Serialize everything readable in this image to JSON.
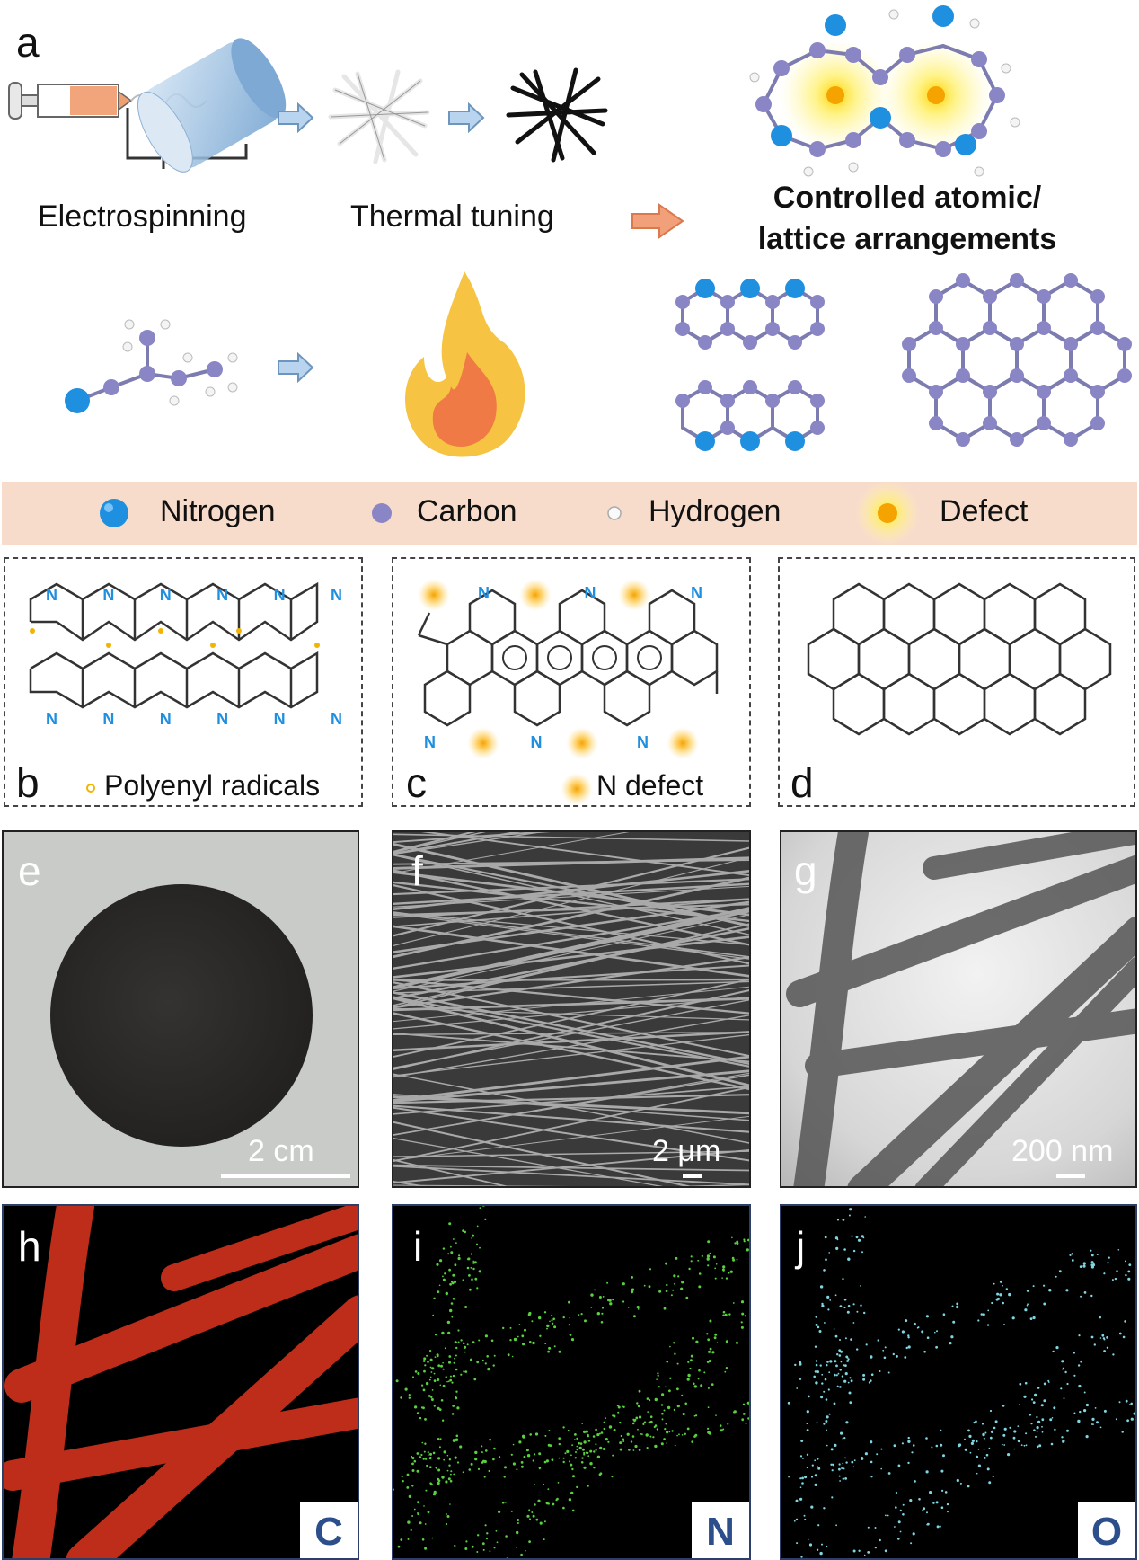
{
  "panels": {
    "a": "a",
    "b": "b",
    "c": "c",
    "d": "d",
    "e": "e",
    "f": "f",
    "g": "g",
    "h": "h",
    "i": "i",
    "j": "j"
  },
  "panel_a": {
    "step1": "Electrospinning",
    "step2": "Thermal tuning",
    "result_line1": "Controlled atomic/",
    "result_line2": "lattice arrangements"
  },
  "legend": {
    "nitrogen": "Nitrogen",
    "carbon": "Carbon",
    "hydrogen": "Hydrogen",
    "defect": "Defect"
  },
  "panel_b": {
    "note": "Polyenyl radicals",
    "atom_label": "N"
  },
  "panel_c": {
    "note": "N defect",
    "atom_label": "N"
  },
  "scale_bars": {
    "e": "2 cm",
    "f": "2 μm",
    "g": "200 nm"
  },
  "eds_maps": {
    "h": "C",
    "i": "N",
    "j": "O"
  },
  "colors": {
    "nitrogen": "#1f8fe0",
    "carbon": "#8a86c6",
    "defect": "#f2a900",
    "legend_bg": "#f8dccb",
    "map_C": "#e0321c",
    "map_N": "#5ad040",
    "map_O": "#7fd6e0",
    "badge_text": "#2c4f8c"
  }
}
